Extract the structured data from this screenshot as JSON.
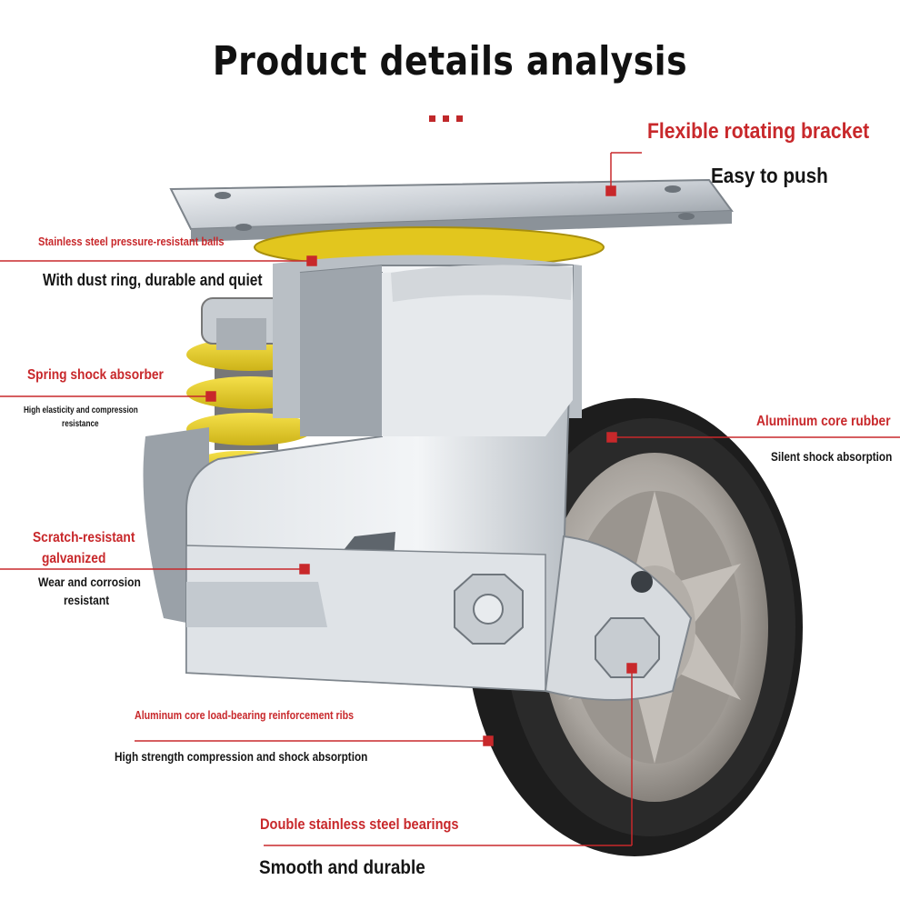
{
  "title": "Product details analysis",
  "colors": {
    "accent": "#c8282b",
    "text": "#151515"
  },
  "callouts": [
    {
      "id": "bracket",
      "heading": "Flexible rotating bracket",
      "detail": "Easy to push"
    },
    {
      "id": "balls",
      "heading": "Stainless steel pressure-resistant balls",
      "detail": "With dust ring, durable and quiet"
    },
    {
      "id": "spring",
      "heading": "Spring shock absorber",
      "detail_lines": [
        "High elasticity and compression",
        "resistance"
      ]
    },
    {
      "id": "rubber",
      "heading": "Aluminum core rubber",
      "detail": "Silent shock absorption"
    },
    {
      "id": "galvanized",
      "heading_lines": [
        "Scratch-resistant",
        "galvanized"
      ],
      "detail_lines": [
        "Wear and corrosion",
        "resistant"
      ]
    },
    {
      "id": "ribs",
      "heading": "Aluminum core load-bearing reinforcement ribs",
      "detail": "High strength compression and shock absorption"
    },
    {
      "id": "bearings",
      "heading": "Double stainless steel bearings",
      "detail": "Smooth and durable"
    }
  ]
}
